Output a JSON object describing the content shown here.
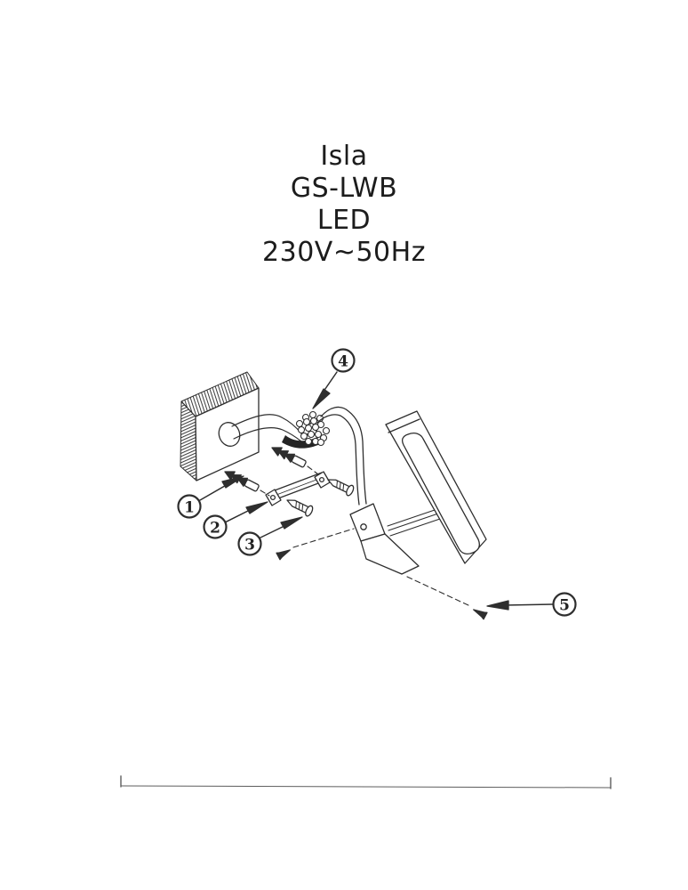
{
  "page": {
    "background_color": "#ffffff",
    "ink_color": "#2e2e2e"
  },
  "title": {
    "product_name": "Isla",
    "model": "GS-LWB",
    "light_source": "LED",
    "power_rating": "230V~50Hz"
  },
  "diagram": {
    "callouts": [
      {
        "number": "1"
      },
      {
        "number": "2"
      },
      {
        "number": "3"
      },
      {
        "number": "4"
      },
      {
        "number": "5"
      }
    ]
  }
}
